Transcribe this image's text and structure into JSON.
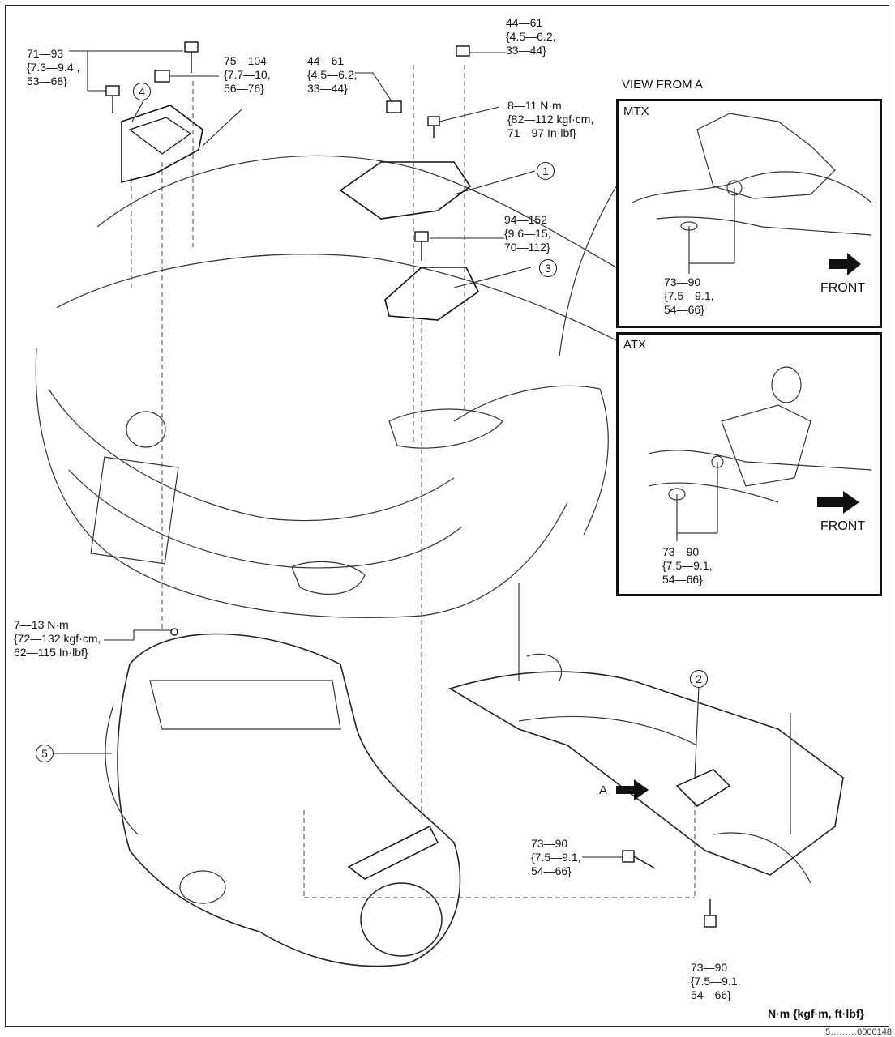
{
  "torques": {
    "t1": "71—93\n{7.3—9.4 ,\n53—68}",
    "t2": "75—104\n{7.7—10,\n56—76}",
    "t3": "44—61\n{4.5—6.2,\n33—44}",
    "t4": "44—61\n{4.5—6.2,\n33—44}",
    "t5": "8—11 N·m\n{82—112 kgf·cm,\n71—97 In·lbf}",
    "t6": "94—152\n{9.6—15,\n70—112}",
    "t7": "7—13 N·m\n{72—132 kgf·cm,\n62—115 In·lbf}",
    "t8": "73—90\n{7.5—9.1,\n54—66}",
    "t9": "73—90\n{7.5—9.1,\n54—66}",
    "mtx_torque": "73—90\n{7.5—9.1,\n54—66}",
    "atx_torque": "73—90\n{7.5—9.1,\n54—66}"
  },
  "callouts": {
    "c1": "1",
    "c2": "2",
    "c3": "3",
    "c4": "4",
    "c5": "5"
  },
  "view_from_a": "VIEW FROM A",
  "mtx": {
    "title": "MTX",
    "front": "FRONT"
  },
  "atx": {
    "title": "ATX",
    "front": "FRONT"
  },
  "arrow_a_label": "A",
  "units": "N·m {kgf·m, ft·lbf}",
  "figure_id": "5………0000148"
}
